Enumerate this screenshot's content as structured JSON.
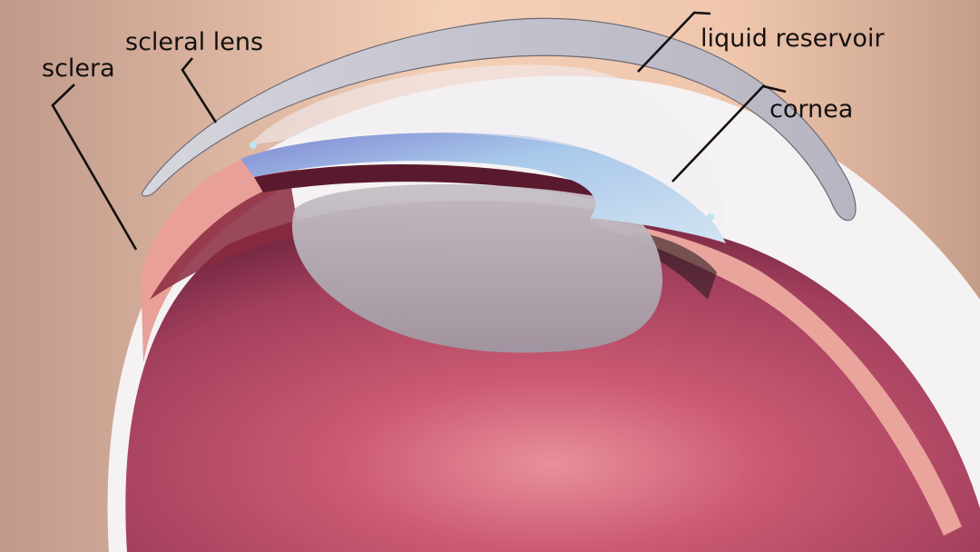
{
  "diagram": {
    "subject": "Eye cross-section with scleral lens",
    "labels": [
      {
        "id": "sclera",
        "text": "sclera"
      },
      {
        "id": "scleral-lens",
        "text": "scleral lens"
      },
      {
        "id": "liquid-reservoir",
        "text": "liquid reservoir"
      },
      {
        "id": "cornea",
        "text": "cornea"
      }
    ],
    "colors": {
      "background_left": "#c39c8a",
      "background_center": "#f3cdb5",
      "background_right": "#c9a08d",
      "scleral_lens": "#c4c3cd",
      "sclera_white": "#f4f2f3",
      "eye_interior": "#a84462",
      "eye_glow": "#e48a95",
      "iris_tissue": "#e7a39a",
      "cornea_blue": "#a9c6e8",
      "crystalline_lens": "#b0a9b3",
      "text": "#141010"
    }
  }
}
